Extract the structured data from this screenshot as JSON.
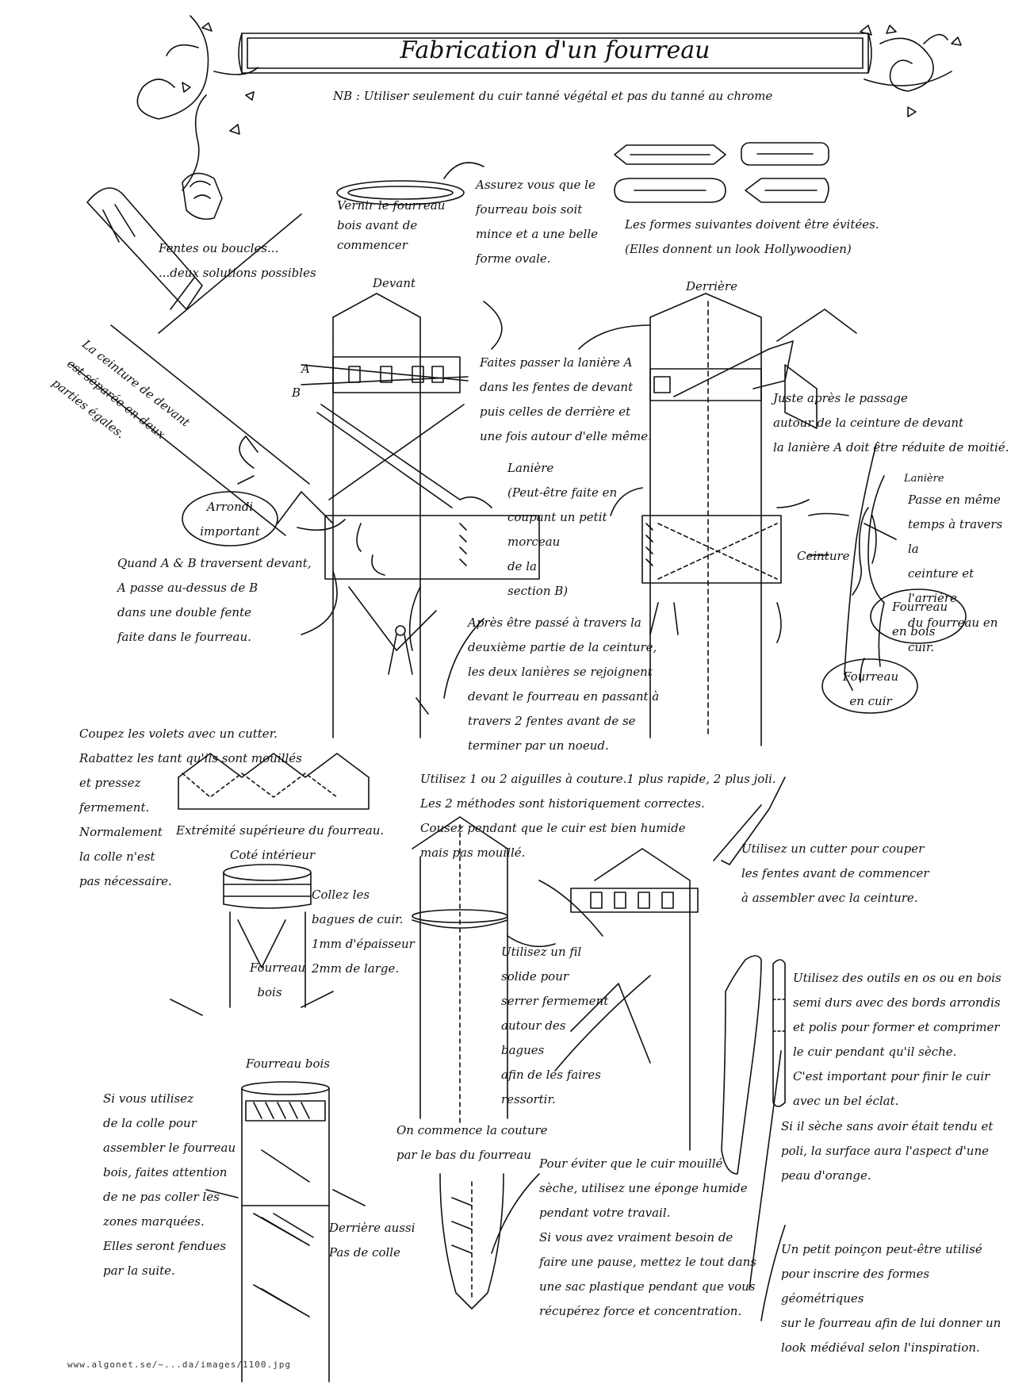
{
  "title": "Fabrication d'un fourreau",
  "nb": "NB : Utiliser seulement du cuir tanné végétal et pas du tanné au chrome",
  "labels": {
    "devant": "Devant",
    "derriere": "Derrière",
    "lanieres_a": "A",
    "lanieres_b": "B",
    "fentes_boucles": "Fentes ou boucles...\n...deux solutions possibles",
    "vernir": "Vernir le fourreau\nbois avant de\ncommencer",
    "assurez": "Assurez vous que le\nfourreau bois soit\nmince et a une belle\nforme ovale.",
    "formes_evitees": "Les formes suivantes doivent être évitées.\n(Elles donnent un look Hollywoodien)",
    "ceinture_devant": "La ceinture de devant\nest séparée en deux\nparties égales.",
    "arrondi": "Arrondi\nimportant",
    "faites_passer": "Faites passer la lanière A\ndans les fentes de devant\npuis celles de derrière et\nune fois autour d'elle même.",
    "juste_apres": "Juste après le passage\nautour de la ceinture de devant\nla lanière A doit être réduite de moitié.",
    "laniere": "Lanière\n(Peut-être faite en\ncoupant un petit\nmorceau\nde la\nsection B)",
    "laniere_side": "Lanière",
    "passe_en_meme": "Passe en même\ntemps à travers la\nceinture et l'arrière\ndu fourreau en cuir.",
    "ceinture": "Ceinture",
    "fourreau_bois_oval": "Fourreau\nen bois",
    "fourreau_cuir_oval": "Fourreau\nen cuir",
    "quand_ab": "Quand A & B traversent devant,\nA passe au-dessus de B\ndans une double fente\nfaite dans le fourreau.",
    "apres_etre": "Après être passé à travers la\ndeuxième partie de la ceinture,\nles deux lanières se rejoignent\ndevant le fourreau en passant à\ntravers 2 fentes avant de se\nterminer par un noeud.",
    "coupez": "Coupez les volets avec un cutter.\nRabattez les tant qu'ils sont mouillés\net pressez\nfermement.\nNormalement\nla colle n'est\npas nécessaire.",
    "extremite": "Extrémité supérieure du fourreau.",
    "cote_interieur": "Coté intérieur",
    "collez": "Collez les\nbagues de cuir.\n1mm d'épaisseur\n2mm de large.",
    "fourreau_bois_inner": "Fourreau\nbois",
    "utilisez_aiguilles": "Utilisez 1 ou 2 aiguilles à couture.1 plus rapide, 2 plus joli.\nLes 2 méthodes sont historiquement correctes.\nCousez pendant que le cuir est bien humide\nmais pas mouillé.",
    "utilisez_cutter": "Utilisez un cutter pour couper\nles fentes avant de commencer\nà assembler avec la ceinture.",
    "utilisez_fil": "Utilisez un fil\nsolide pour\nserrer fermement\nautour des\nbagues\nafin de les faires\nressortir.",
    "utilisez_outils": "Utilisez des outils en os ou en bois\nsemi durs avec des bords arrondis\net polis pour former et comprimer\nle cuir pendant qu'il sèche.\nC'est important pour finir le cuir\navec un bel éclat.",
    "si_seche": "Si il sèche sans avoir était tendu et\npoli, la surface aura l'aspect d'une\npeau d'orange.",
    "fourreau_bois_title": "Fourreau bois",
    "si_colle": "Si vous utilisez\nde la colle pour\nassembler le fourreau\nbois, faites attention\nde ne pas coller les\nzones marquées.\nElles seront fendues\npar la suite.",
    "derriere_aussi": "Derrière aussi\nPas de colle",
    "on_commence": "On commence la couture\npar le bas du fourreau",
    "pour_eviter": "Pour éviter que le cuir mouillé\nsèche, utilisez une éponge humide\npendant votre travail.\nSi vous avez vraiment besoin de\nfaire une pause, mettez le tout dans\nune sac plastique pendant que vous\nrécupérez force et concentration.",
    "poincon": "Un petit poinçon peut-être utilisé\npour inscrire des formes géométriques\nsur le fourreau afin de lui donner un\nlook médiéval selon l'inspiration."
  },
  "source_url": "www.algonet.se/~...da/images/1100.jpg",
  "colors": {
    "ink": "#111111",
    "paper": "#ffffff"
  }
}
